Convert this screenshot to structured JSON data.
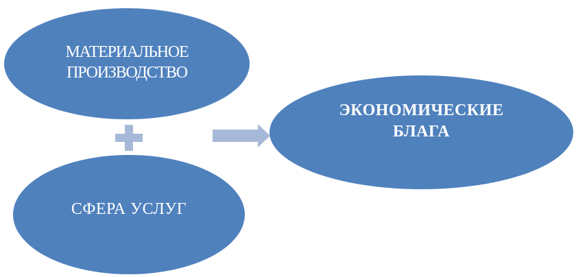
{
  "diagram": {
    "nodes": [
      {
        "id": "production",
        "label": "МАТЕРИАЛЬНОЕ\nПРОИЗВОДСТВО"
      },
      {
        "id": "services",
        "label": "СФЕРА  УСЛУГ"
      },
      {
        "id": "goods",
        "label": "ЭКОНОМИЧЕСКИЕ\nБЛАГА"
      }
    ],
    "connectors": [
      {
        "type": "plus",
        "icon": "plus-icon"
      },
      {
        "type": "arrow",
        "icon": "arrow-right-icon"
      }
    ],
    "colors": {
      "node_fill": "#4f81bd",
      "node_text": "#ffffff",
      "connector_fill": "#a7b9d8"
    }
  }
}
